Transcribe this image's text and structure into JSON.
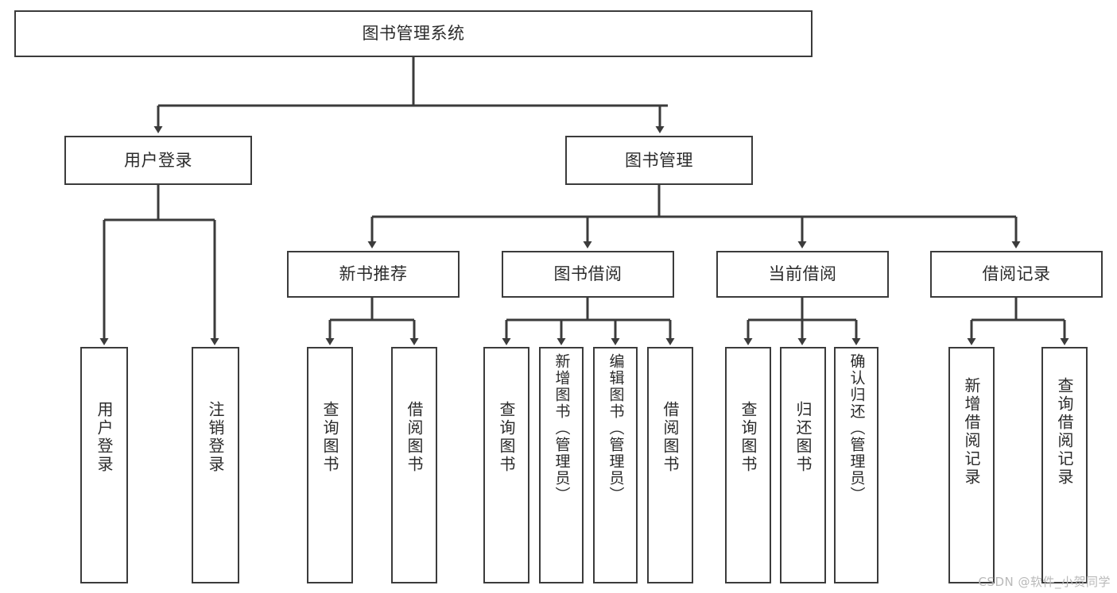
{
  "diagram": {
    "title": "图书管理系统",
    "type": "hierarchy-tree",
    "watermark": "CSDN @软件_小贺同学",
    "colors": {
      "node_border": "#3b3b3b",
      "node_fill": "#ffffff",
      "edge": "#3b3b3b",
      "text": "#2b2b2b",
      "watermark": "#b9b9b9",
      "background": "#ffffff"
    },
    "nodes": {
      "root": {
        "label": "图书管理系统"
      },
      "level2": [
        {
          "id": "user-login",
          "label": "用户登录"
        },
        {
          "id": "book-manage",
          "label": "图书管理"
        }
      ],
      "level3": [
        {
          "id": "new-book-rec",
          "label": "新书推荐"
        },
        {
          "id": "book-borrow",
          "label": "图书借阅"
        },
        {
          "id": "current-borrow",
          "label": "当前借阅"
        },
        {
          "id": "borrow-record",
          "label": "借阅记录"
        }
      ],
      "leaves": {
        "user-login": [
          {
            "id": "leaf-user-login",
            "label": "用户登录"
          },
          {
            "id": "leaf-logout",
            "label": "注销登录"
          }
        ],
        "new-book-rec": [
          {
            "id": "leaf-query-book-1",
            "label": "查询图书"
          },
          {
            "id": "leaf-borrow-book-1",
            "label": "借阅图书"
          }
        ],
        "book-borrow": [
          {
            "id": "leaf-query-book-2",
            "label": "查询图书"
          },
          {
            "id": "leaf-add-book",
            "label": "新增图书（管理员）"
          },
          {
            "id": "leaf-edit-book",
            "label": "编辑图书（管理员）"
          },
          {
            "id": "leaf-borrow-book-2",
            "label": "借阅图书"
          }
        ],
        "current-borrow": [
          {
            "id": "leaf-query-book-3",
            "label": "查询图书"
          },
          {
            "id": "leaf-return-book",
            "label": "归还图书"
          },
          {
            "id": "leaf-confirm-return",
            "label": "确认归还（管理员）"
          }
        ],
        "borrow-record": [
          {
            "id": "leaf-add-record",
            "label": "新增借阅记录"
          },
          {
            "id": "leaf-query-record",
            "label": "查询借阅记录"
          }
        ]
      }
    }
  }
}
